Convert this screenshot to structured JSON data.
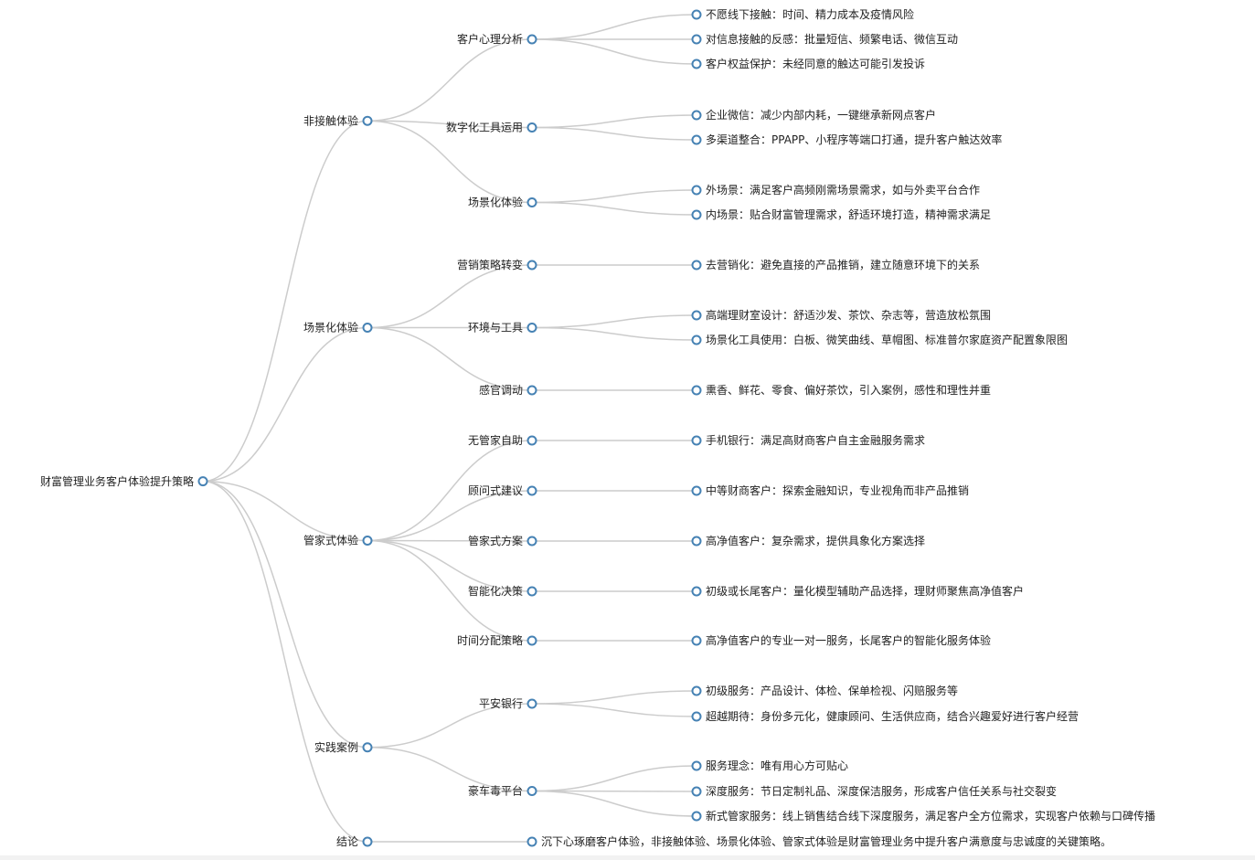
{
  "mindmap": {
    "root": {
      "label": "财富管理业务客户体验提升策略",
      "children": [
        {
          "label": "非接触体验",
          "children": [
            {
              "label": "客户心理分析",
              "children": [
                {
                  "label": "不愿线下接触：时间、精力成本及疫情风险"
                },
                {
                  "label": "对信息接触的反感：批量短信、频繁电话、微信互动"
                },
                {
                  "label": "客户权益保护：未经同意的触达可能引发投诉"
                }
              ]
            },
            {
              "label": "数字化工具运用",
              "children": [
                {
                  "label": "企业微信：减少内部内耗，一键继承新网点客户"
                },
                {
                  "label": "多渠道整合：PPAPP、小程序等端口打通，提升客户触达效率"
                }
              ]
            },
            {
              "label": "场景化体验",
              "children": [
                {
                  "label": "外场景：满足客户高频刚需场景需求，如与外卖平台合作"
                },
                {
                  "label": "内场景：贴合财富管理需求，舒适环境打造，精神需求满足"
                }
              ]
            }
          ]
        },
        {
          "label": "场景化体验",
          "children": [
            {
              "label": "营销策略转变",
              "children": [
                {
                  "label": "去营销化：避免直接的产品推销，建立随意环境下的关系"
                }
              ]
            },
            {
              "label": "环境与工具",
              "children": [
                {
                  "label": "高端理财室设计：舒适沙发、茶饮、杂志等，营造放松氛围"
                },
                {
                  "label": "场景化工具使用：白板、微笑曲线、草帽图、标准普尔家庭资产配置象限图"
                }
              ]
            },
            {
              "label": "感官调动",
              "children": [
                {
                  "label": "熏香、鲜花、零食、偏好茶饮，引入案例，感性和理性并重"
                }
              ]
            }
          ]
        },
        {
          "label": "管家式体验",
          "children": [
            {
              "label": "无管家自助",
              "children": [
                {
                  "label": "手机银行：满足高财商客户自主金融服务需求"
                }
              ]
            },
            {
              "label": "顾问式建议",
              "children": [
                {
                  "label": "中等财商客户：探索金融知识，专业视角而非产品推销"
                }
              ]
            },
            {
              "label": "管家式方案",
              "children": [
                {
                  "label": "高净值客户：复杂需求，提供具象化方案选择"
                }
              ]
            },
            {
              "label": "智能化决策",
              "children": [
                {
                  "label": "初级或长尾客户：量化模型辅助产品选择，理财师聚焦高净值客户"
                }
              ]
            },
            {
              "label": "时间分配策略",
              "children": [
                {
                  "label": "高净值客户的专业一对一服务，长尾客户的智能化服务体验"
                }
              ]
            }
          ]
        },
        {
          "label": "实践案例",
          "children": [
            {
              "label": "平安银行",
              "children": [
                {
                  "label": "初级服务：产品设计、体检、保单检视、闪赔服务等"
                },
                {
                  "label": "超越期待：身份多元化，健康顾问、生活供应商，结合兴趣爱好进行客户经营"
                }
              ]
            },
            {
              "label": "豪车毒平台",
              "children": [
                {
                  "label": "服务理念：唯有用心方可贴心"
                },
                {
                  "label": "深度服务：节日定制礼品、深度保洁服务，形成客户信任关系与社交裂变"
                },
                {
                  "label": "新式管家服务：线上销售结合线下深度服务，满足客户全方位需求，实现客户依赖与口碑传播"
                }
              ]
            }
          ]
        },
        {
          "label": "结论",
          "children": [
            {
              "label": "沉下心琢磨客户体验，非接触体验、场景化体验、管家式体验是财富管理业务中提升客户满意度与忠诚度的关键策略。"
            }
          ]
        }
      ]
    }
  },
  "colors": {
    "link": "#cccccc",
    "node_stroke": "#4682b4",
    "text": "#222222"
  }
}
